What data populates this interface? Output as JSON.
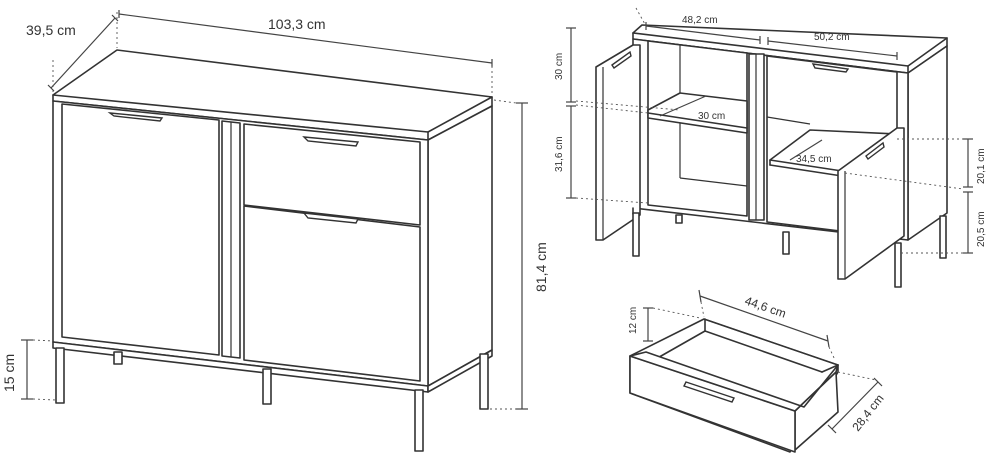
{
  "dimensions": {
    "depth": "39,5 cm",
    "width": "103,3 cm",
    "height": "81,4 cm",
    "leg_height": "15 cm",
    "left_inner_width": "48,2 cm",
    "right_inner_width": "50,2 cm",
    "upper_compartment": "30 cm",
    "lower_compartment": "31,6 cm",
    "shelf_depth_left": "30 cm",
    "shelf_depth_right": "34,5 cm",
    "right_upper": "20,1 cm",
    "right_lower": "20,5 cm",
    "drawer_width": "44,6 cm",
    "drawer_height": "12 cm",
    "drawer_depth": "28,4 cm"
  },
  "colors": {
    "line": "#333333",
    "background": "#ffffff"
  }
}
